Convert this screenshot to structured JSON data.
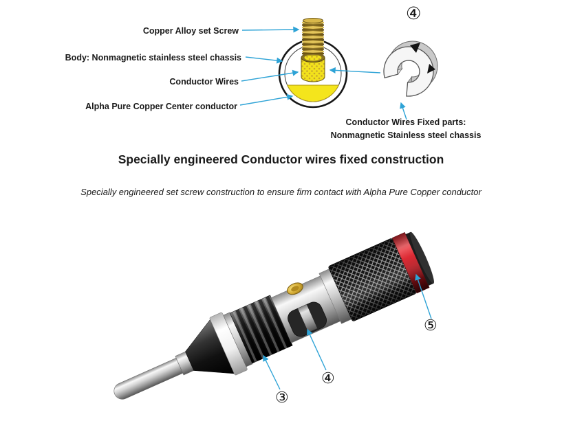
{
  "colors": {
    "arrow": "#2ea3d6",
    "brass": "#d9b84a",
    "conductor_yellow": "#f4e51c",
    "ring_red": "#d62430"
  },
  "top_diagram": {
    "clamp_number": "④",
    "labels": {
      "set_screw": "Copper Alloy set Screw",
      "body": "Body: Nonmagnetic stainless steel chassis",
      "conductor_wires": "Conductor Wires",
      "center_conductor": "Alpha Pure Copper Center conductor",
      "fixed_parts_line1": "Conductor Wires Fixed parts:",
      "fixed_parts_line2": "Nonmagnetic Stainless steel chassis"
    }
  },
  "headings": {
    "title": "Specially engineered Conductor wires fixed construction",
    "subtitle": "Specially engineered set screw construction to ensure firm contact with Alpha Pure Copper conductor"
  },
  "bottom_diagram": {
    "callout_3": "③",
    "callout_4": "④",
    "callout_5": "⑤"
  }
}
